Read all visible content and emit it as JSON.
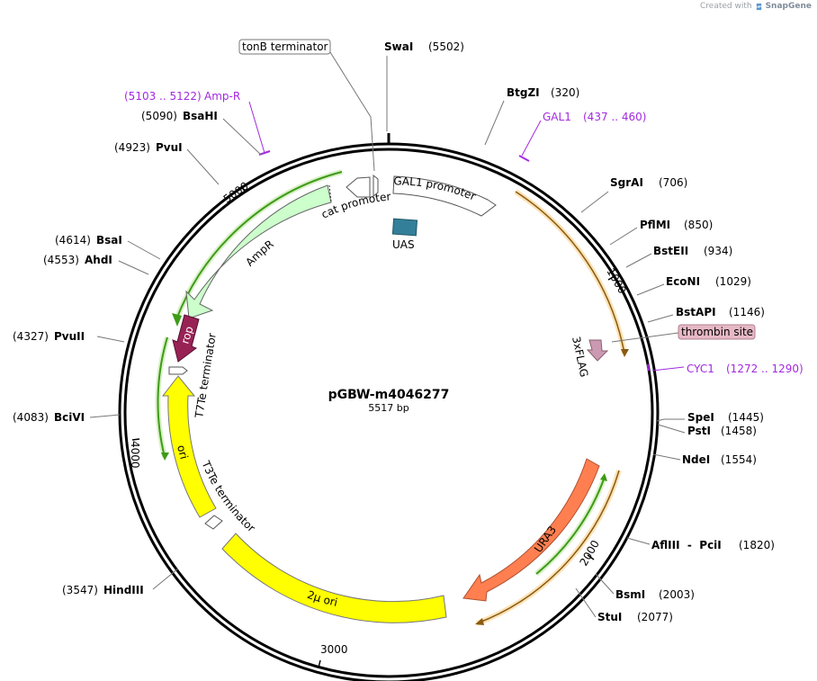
{
  "credit": {
    "prefix": "Created with",
    "brand": "SnapGene"
  },
  "plasmid": {
    "name": "pGBW-m4046277",
    "size_label": "5517 bp",
    "length": 5517
  },
  "ticks": [
    "1000",
    "2000",
    "3000",
    "4000",
    "5000"
  ],
  "sites": [
    {
      "id": "swai",
      "name": "SwaI",
      "pos": "(5502)"
    },
    {
      "id": "btgzi",
      "name": "BtgZI",
      "pos": "(320)"
    },
    {
      "id": "sgrai",
      "name": "SgrAI",
      "pos": "(706)"
    },
    {
      "id": "pflmi",
      "name": "PflMI",
      "pos": "(850)"
    },
    {
      "id": "bsteii",
      "name": "BstEII",
      "pos": "(934)"
    },
    {
      "id": "econi",
      "name": "EcoNI",
      "pos": "(1029)"
    },
    {
      "id": "bstapi",
      "name": "BstAPI",
      "pos": "(1146)"
    },
    {
      "id": "spei",
      "name": "SpeI",
      "pos": "(1445)"
    },
    {
      "id": "psti",
      "name": "PstI",
      "pos": "(1458)"
    },
    {
      "id": "ndei",
      "name": "NdeI",
      "pos": "(1554)"
    },
    {
      "id": "afliii-pcii",
      "name": "AflIII  -  PciI",
      "pos": "(1820)"
    },
    {
      "id": "bsmi",
      "name": "BsmI",
      "pos": "(2003)"
    },
    {
      "id": "stui",
      "name": "StuI",
      "pos": "(2077)"
    },
    {
      "id": "hindiii",
      "name": "HindIII",
      "pos": "(3547)"
    },
    {
      "id": "bcivi",
      "name": "BciVI",
      "pos": "(4083)"
    },
    {
      "id": "pvuii",
      "name": "PvuII",
      "pos": "(4327)"
    },
    {
      "id": "ahdi",
      "name": "AhdI",
      "pos": "(4553)"
    },
    {
      "id": "bsai",
      "name": "BsaI",
      "pos": "(4614)"
    },
    {
      "id": "pvui",
      "name": "PvuI",
      "pos": "(4923)"
    },
    {
      "id": "bsahi",
      "name": "BsaHI",
      "pos": "(5090)"
    }
  ],
  "primers": [
    {
      "id": "amp-r",
      "name": "Amp-R",
      "range": "(5103 .. 5122)"
    },
    {
      "id": "gal1",
      "name": "GAL1",
      "range": "(437 .. 460)"
    },
    {
      "id": "cyc1",
      "name": "CYC1",
      "range": "(1272 .. 1290)"
    }
  ],
  "features": {
    "tonb": "tonB terminator",
    "gal1_promoter": "GAL1 promoter",
    "cat_promoter": "cat promoter",
    "uas": "UAS",
    "ampr": "AmpR",
    "rop": "rop",
    "t7te": "T7Te terminator",
    "ori": "ori",
    "t3te": "T3Te terminator",
    "two_micron": "2μ ori",
    "ura3": "URA3",
    "thrombin": "thrombin site",
    "flag": "3xFLAG"
  },
  "colors": {
    "backbone": "#000000",
    "ampr": "#ccffcc",
    "ori": "#ffff00",
    "ura3": "#ff7f50",
    "rop": "#992255",
    "uas": "#337f99",
    "flag": "#cc99b2",
    "thrombin": "#e7b8c6",
    "primer": "#a32ae0",
    "orf_green": "#3e9b18",
    "orf_orange": "#d78d18"
  }
}
